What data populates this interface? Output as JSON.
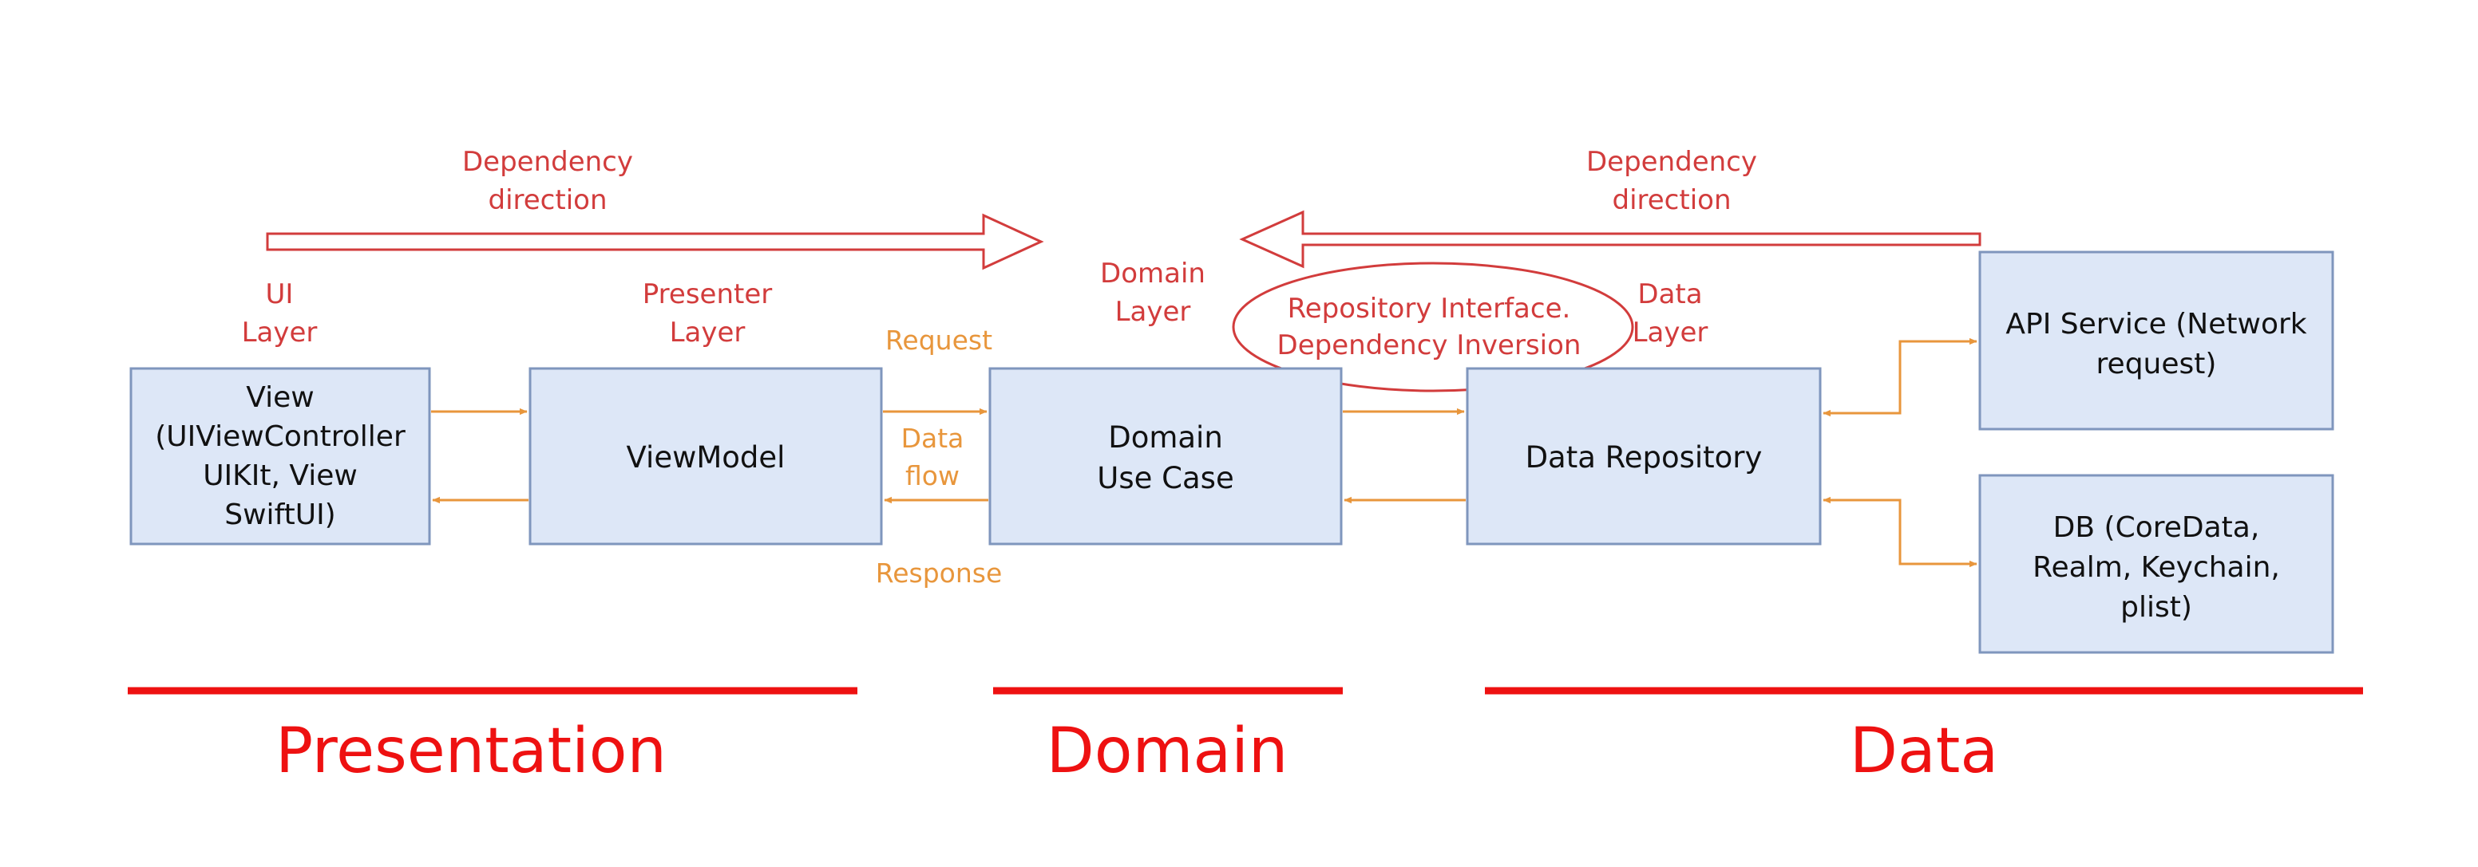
{
  "colors": {
    "annotation": "#d23c3c",
    "flow": "#e8963c",
    "box_fill": "#dde7f7",
    "box_stroke": "#7f96bd",
    "section_line": "#ee1111",
    "section_text": "#ee1111",
    "box_text": "#111111"
  },
  "dependency": {
    "left": {
      "line1": "Dependency",
      "line2": "direction"
    },
    "right": {
      "line1": "Dependency",
      "line2": "direction"
    }
  },
  "layers": {
    "ui": {
      "line1": "UI",
      "line2": "Layer"
    },
    "presenter": {
      "line1": "Presenter",
      "line2": "Layer"
    },
    "domain": {
      "line1": "Domain",
      "line2": "Layer"
    },
    "data": {
      "line1": "Data",
      "line2": "Layer"
    }
  },
  "repository_interface": {
    "line1": "Repository Interface.",
    "line2": "Dependency Inversion"
  },
  "boxes": {
    "view": {
      "lines": [
        "View",
        "(UIViewController",
        "UIKIt, View",
        "SwiftUI)"
      ]
    },
    "viewmodel": {
      "lines": [
        "ViewModel"
      ]
    },
    "usecase": {
      "lines": [
        "Domain",
        "Use Case"
      ]
    },
    "repository": {
      "lines": [
        "Data Repository"
      ]
    },
    "api": {
      "lines": [
        "API Service (Network",
        "request)"
      ]
    },
    "db": {
      "lines": [
        "DB (CoreData,",
        "Realm, Keychain,",
        "plist)"
      ]
    }
  },
  "flow_labels": {
    "request": "Request",
    "data_flow": {
      "line1": "Data",
      "line2": "flow"
    },
    "response": "Response"
  },
  "sections": {
    "presentation": "Presentation",
    "domain": "Domain",
    "data": "Data"
  }
}
